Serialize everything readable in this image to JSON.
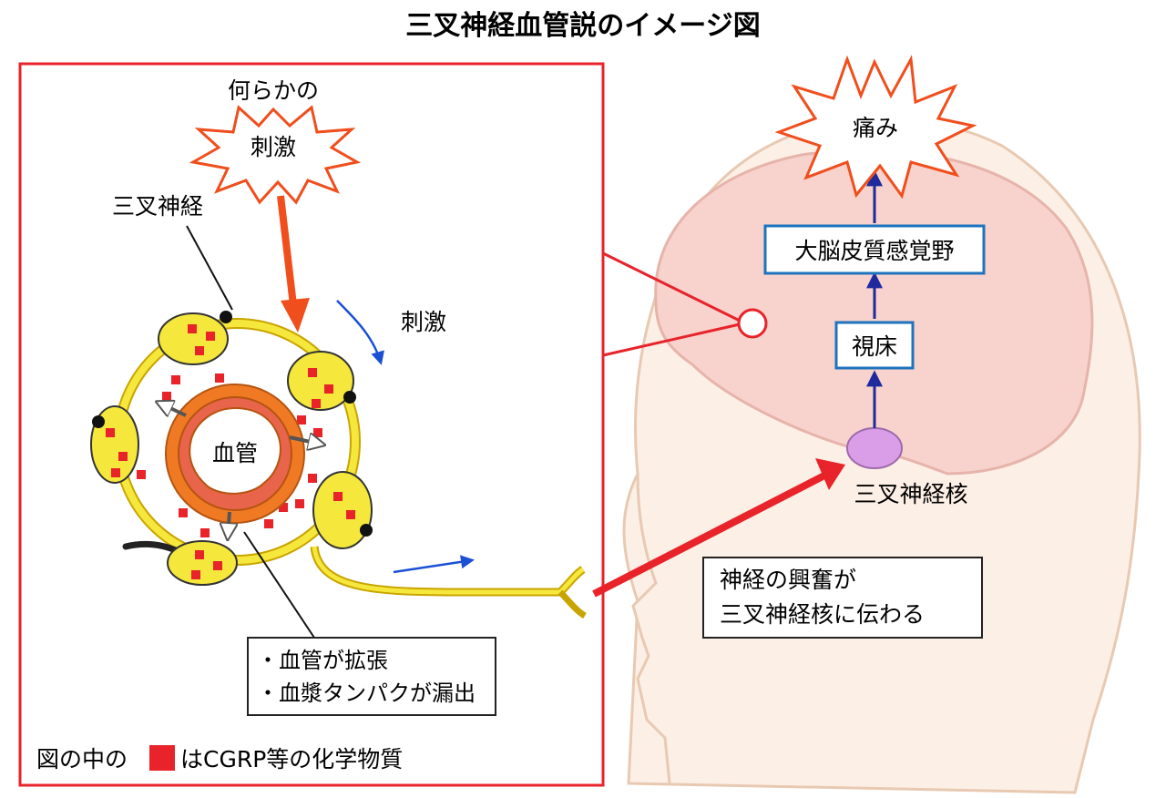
{
  "title": "三叉神経血管説のイメージ図",
  "stimulus_top_line": "何らかの",
  "stimulus_burst": "刺激",
  "trigeminal_nerve_label": "三叉神経",
  "stimulus_side_label": "刺激",
  "blood_vessel_label": "血管",
  "effects": [
    "・血管が拡張",
    "・血漿タンパクが漏出"
  ],
  "legend": {
    "prefix": "図の中の",
    "suffix": "はCGRP等の化学物質",
    "marker_color": "#e8232a"
  },
  "pain_label": "痛み",
  "cortex_label": "大脳皮質感覚野",
  "thalamus_label": "視床",
  "nucleus_label": "三叉神経核",
  "transmission_note": [
    "神経の興奮が",
    "三叉神経核に伝わる"
  ],
  "colors": {
    "frame_red": "#e8232a",
    "stimulus_arrow": "#f04e1c",
    "nerve_yellow": "#f5e73b",
    "vessel_orange": "#f07a24",
    "vessel_inner": "#e8644a",
    "head_skin": "#fcefe6",
    "brain_pink": "#f8d3cd",
    "pathway_blue": "#1f2a9c",
    "box_blue": "#1e73be",
    "nucleus_purple": "#da9ee8"
  }
}
